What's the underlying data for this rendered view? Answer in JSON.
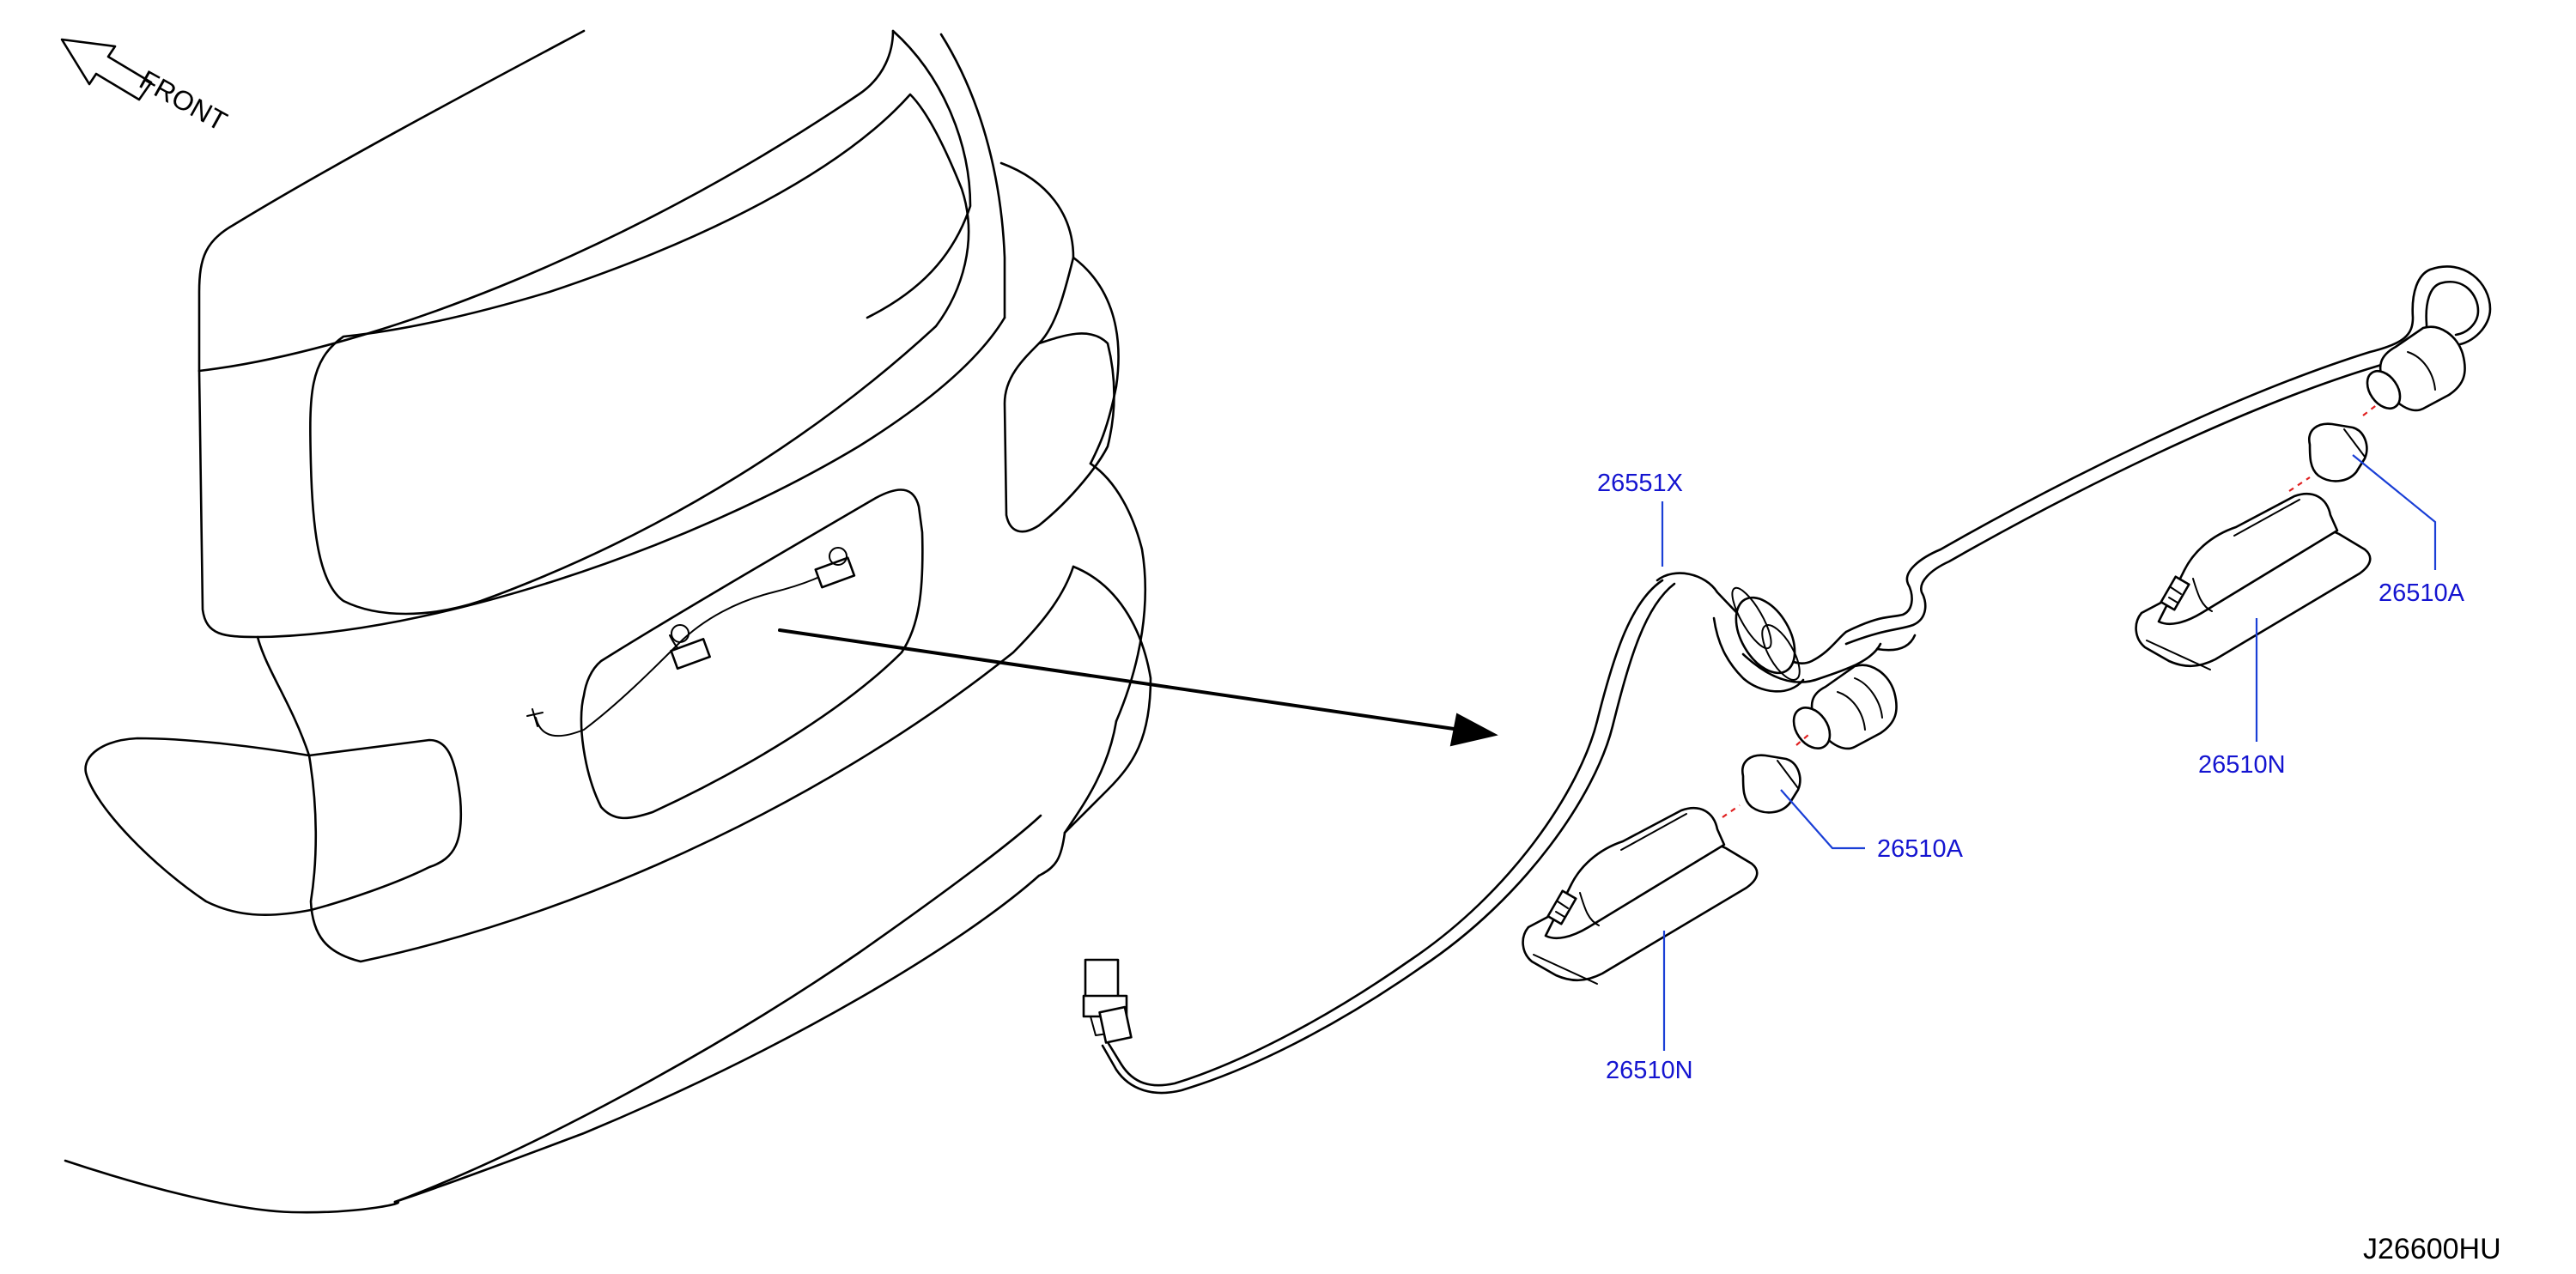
{
  "orientation": {
    "label": "FRONT"
  },
  "parts": [
    {
      "id": "p1",
      "number": "26551X"
    },
    {
      "id": "p2",
      "number": "26510A"
    },
    {
      "id": "p3",
      "number": "26510N"
    },
    {
      "id": "p4",
      "number": "26510A"
    },
    {
      "id": "p5",
      "number": "26510N"
    }
  ],
  "diagram_code": "J26600HU",
  "colors": {
    "callout_text": "#1414d0",
    "leader_line": "#1a3fd6",
    "alignment_dash": "#e02020",
    "linework": "#000000"
  }
}
